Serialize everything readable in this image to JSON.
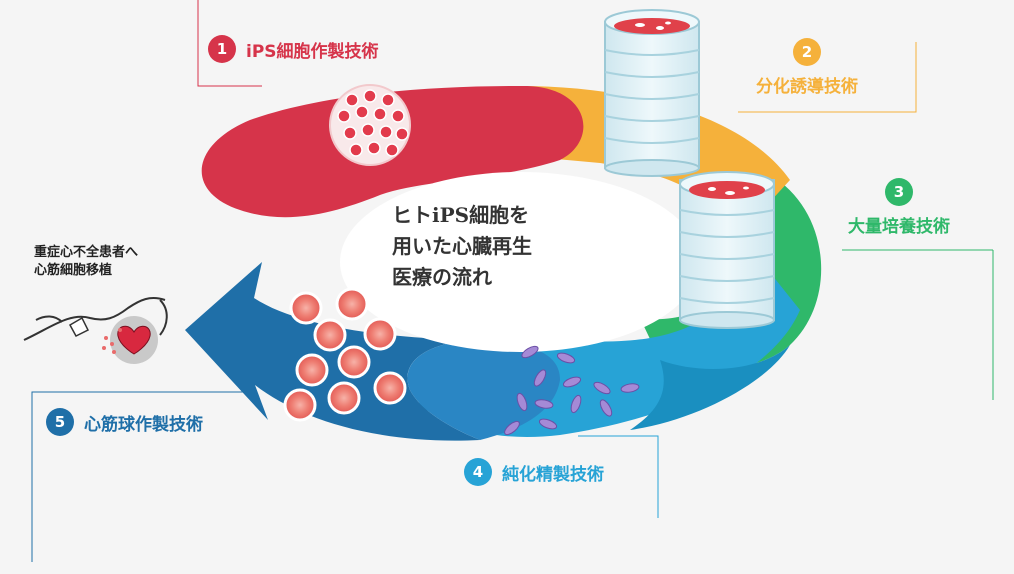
{
  "steps": [
    {
      "num": "1",
      "label": "iPS細胞作製技術",
      "color": "#d6344a"
    },
    {
      "num": "2",
      "label": "分化誘導技術",
      "color": "#f5b13b"
    },
    {
      "num": "3",
      "label": "大量培養技術",
      "color": "#2fb86a"
    },
    {
      "num": "4",
      "label": "純化精製技術",
      "color": "#27a3d6"
    },
    {
      "num": "5",
      "label": "心筋球作製技術",
      "color": "#1f6fa8"
    }
  ],
  "center": {
    "line1": "ヒトiPS細胞を",
    "line2": "用いた心臓再生",
    "line3": "医療の流れ"
  },
  "patient": {
    "line1": "重症心不全患者へ",
    "line2": "心筋細胞移植"
  },
  "icons": [
    "ips-cell-cluster-icon",
    "culture-dish-stack-icon",
    "purified-cells-icon",
    "cardiac-sphere-icon",
    "heart-transplant-icon"
  ]
}
